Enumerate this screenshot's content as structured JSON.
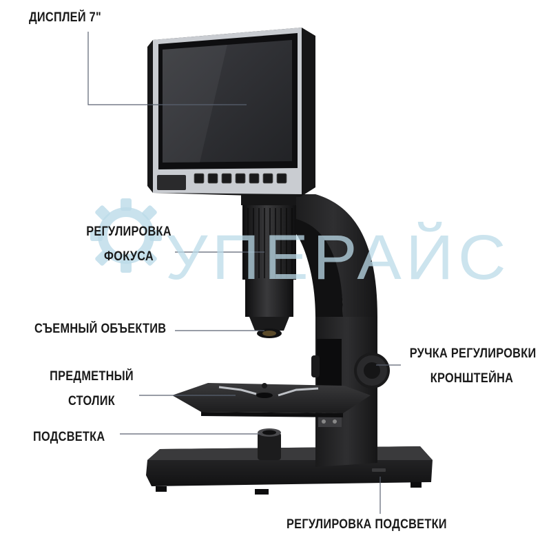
{
  "watermark": {
    "text": "УПЕРАЙС",
    "color": "#bcdbe9"
  },
  "callouts": {
    "display": "ДИСПЛЕЙ 7\"",
    "focus_line1": "РЕГУЛИРОВКА",
    "focus_line2": "ФОКУСА",
    "lens": "СЪЕМНЫЙ ОБЪЕКТИВ",
    "stage_line1": "ПРЕДМЕТНЫЙ",
    "stage_line2": "СТОЛИК",
    "light": "ПОДСВЕТКА",
    "knob_line1": "РУЧКА РЕГУЛИРОВКИ",
    "knob_line2": "КРОНШТЕЙНА",
    "light_adjust": "РЕГУЛИРОВКА ПОДСВЕТКИ"
  },
  "colors": {
    "leader_line": "#5a6270",
    "body": "#1c1c1e",
    "screen": "#2e2f33",
    "bezel": "#c9ccd1"
  },
  "icons": {
    "gear": "gear-icon"
  }
}
